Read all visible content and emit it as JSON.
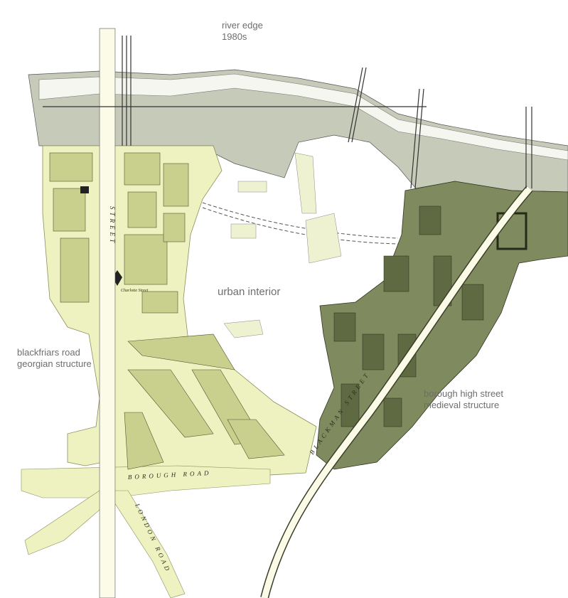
{
  "annotations": {
    "river_edge": {
      "line1": "river edge",
      "line2": "1980s"
    },
    "urban_interior": "urban interior",
    "blackfriars": {
      "line1": "blackfriars road",
      "line2": "georgian structure"
    },
    "borough": {
      "line1": "borough high street",
      "line2": "medieval structure"
    }
  },
  "street_labels": {
    "blackfriars_street": "STREET",
    "borough_road": "BOROUGH ROAD",
    "blackman_street": "BLACKMAN STREET",
    "london_road": "LONDON ROAD",
    "charlotte_street": "Charlotte Street"
  },
  "colors": {
    "georgian_fill": "#eef2c0",
    "medieval_fill": "#7f8b5e",
    "riverside_fill": "#c3c8b5",
    "road": "#fbfbe8",
    "ink": "#3a3f28"
  }
}
